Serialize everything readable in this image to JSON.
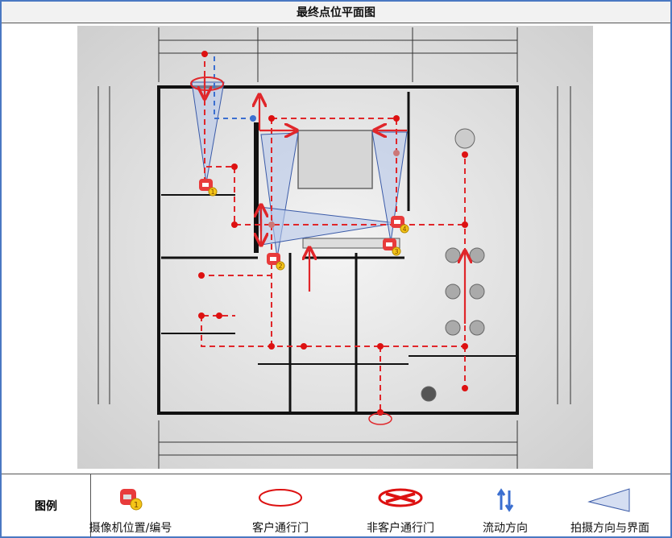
{
  "title": "最终点位平面图",
  "floor_plan": {
    "cameras": [
      {
        "number": "1"
      },
      {
        "number": "2"
      },
      {
        "number": "3"
      },
      {
        "number": "4"
      }
    ]
  },
  "legend": {
    "heading": "图例",
    "items": [
      {
        "icon": "camera-icon",
        "label": "摄像机位置/编号",
        "badge": "1"
      },
      {
        "icon": "customer-door-icon",
        "label": "客户通行门"
      },
      {
        "icon": "non-customer-door-icon",
        "label": "非客户通行门"
      },
      {
        "icon": "flow-direction-icon",
        "label": "流动方向"
      },
      {
        "icon": "camera-view-icon",
        "label": "拍摄方向与界面"
      }
    ]
  },
  "colors": {
    "frame": "#4a78c2",
    "flow": "#e0262a",
    "view_fill": "#b8c8ea",
    "badge": "#f5c518"
  }
}
